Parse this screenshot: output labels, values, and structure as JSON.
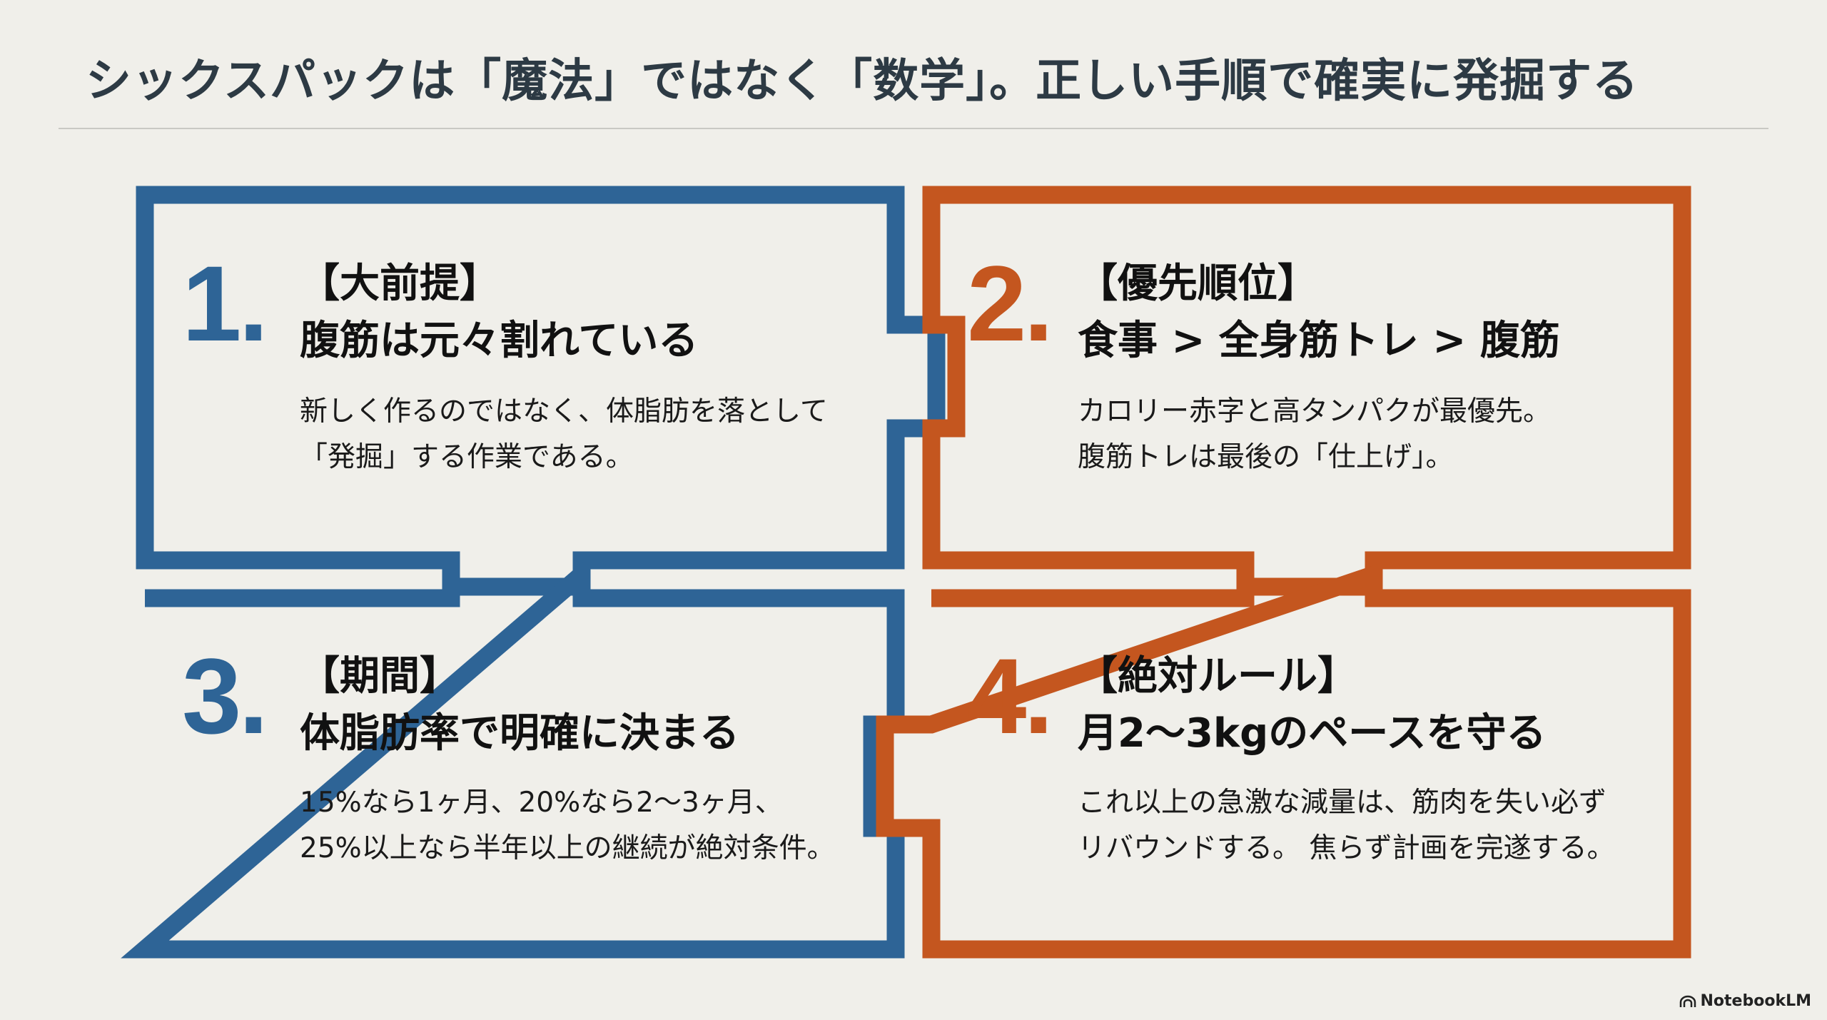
{
  "title": "シックスパックは「魔法」ではなく「数学」。正しい手順で確実に発掘する",
  "colors": {
    "blue": "#2e6496",
    "orange": "#c4561f",
    "background": "#f0efea",
    "title": "#2d3a44"
  },
  "panels": [
    {
      "number": "1.",
      "label": "【大前提】",
      "heading": "腹筋は元々割れている",
      "body": [
        "新しく作るのではなく、体脂肪を落として",
        "「発掘」する作業である。"
      ]
    },
    {
      "number": "2.",
      "label": "【優先順位】",
      "heading": "食事 > 全身筋トレ > 腹筋",
      "body": [
        "カロリー赤字と高タンパクが最優先。",
        "腹筋トレは最後の「仕上げ」。"
      ]
    },
    {
      "number": "3.",
      "label": "【期間】",
      "heading": "体脂肪率で明確に決まる",
      "body": [
        "15%なら1ヶ月、20%なら2〜3ヶ月、",
        "25%以上なら半年以上の継続が絶対条件。"
      ]
    },
    {
      "number": "4.",
      "label": "【絶対ルール】",
      "heading": "月2〜3kgのペースを守る",
      "body": [
        "これ以上の急激な減量は、筋肉を失い必ず",
        "リバウンドする。 焦らず計画を完遂する。"
      ]
    }
  ],
  "footer": {
    "logo_text": "NotebookLM"
  }
}
